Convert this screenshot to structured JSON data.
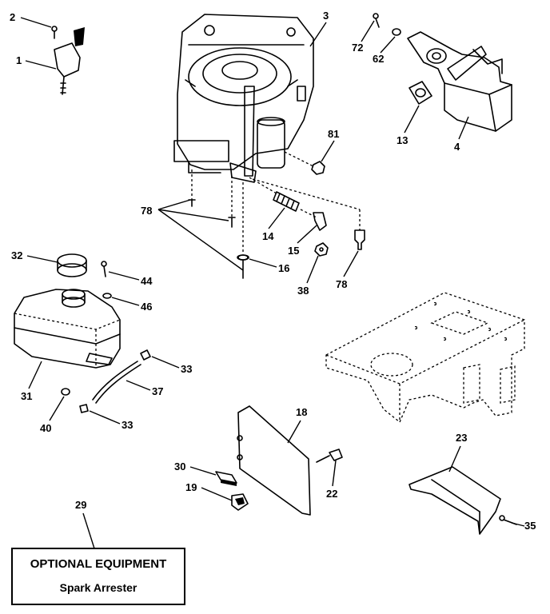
{
  "callouts": {
    "c2": "2",
    "c1": "1",
    "c3": "3",
    "c72": "72",
    "c62": "62",
    "c13": "13",
    "c4": "4",
    "c81": "81",
    "c78a": "78",
    "c14": "14",
    "c15": "15",
    "c16": "16",
    "c38": "38",
    "c78b": "78",
    "c32": "32",
    "c44": "44",
    "c46": "46",
    "c33a": "33",
    "c37": "37",
    "c31": "31",
    "c40": "40",
    "c33b": "33",
    "c18": "18",
    "c30": "30",
    "c19": "19",
    "c22": "22",
    "c23": "23",
    "c35": "35",
    "c29": "29"
  },
  "optional_box": {
    "title": "OPTIONAL EQUIPMENT",
    "item": "Spark Arrester"
  }
}
